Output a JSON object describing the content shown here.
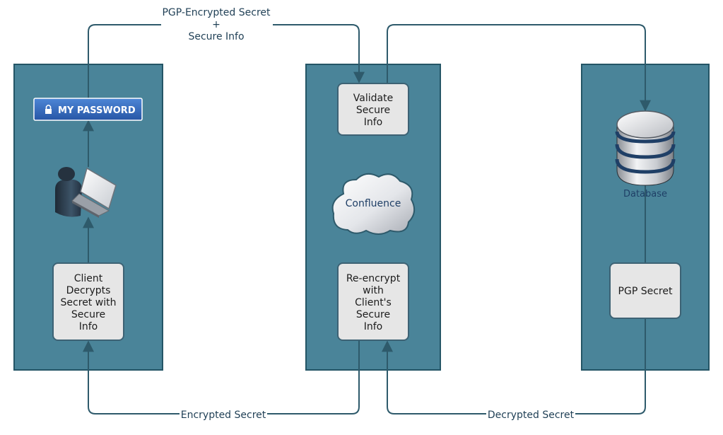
{
  "colors": {
    "panel_fill": "#4a8499",
    "panel_border": "#245566",
    "connector": "#2e5a6b",
    "box_fill": "#e6e6e6",
    "box_border": "#3d6274",
    "label_text": "#1f3f55",
    "password_button": "#2f66b8"
  },
  "top_label": {
    "line1": "PGP-Encrypted Secret",
    "line2": "+",
    "line3": "Secure Info"
  },
  "bottom_labels": {
    "left": "Encrypted Secret",
    "right": "Decrypted Secret"
  },
  "client_panel": {
    "password_button": {
      "icon": "lock-icon",
      "label": "MY PASSWORD"
    },
    "user_icon": "user-at-laptop-icon",
    "decrypt_box": [
      "Client",
      "Decrypts",
      "Secret with",
      "Secure",
      "Info"
    ]
  },
  "server_panel": {
    "validate_box": [
      "Validate",
      "Secure",
      "Info"
    ],
    "cloud_label": "Confluence",
    "reencrypt_box": [
      "Re-encrypt",
      "with",
      "Client's",
      "Secure",
      "Info"
    ]
  },
  "db_panel": {
    "db_icon": "database-icon",
    "db_label": "Database",
    "secret_box": [
      "PGP Secret"
    ]
  }
}
